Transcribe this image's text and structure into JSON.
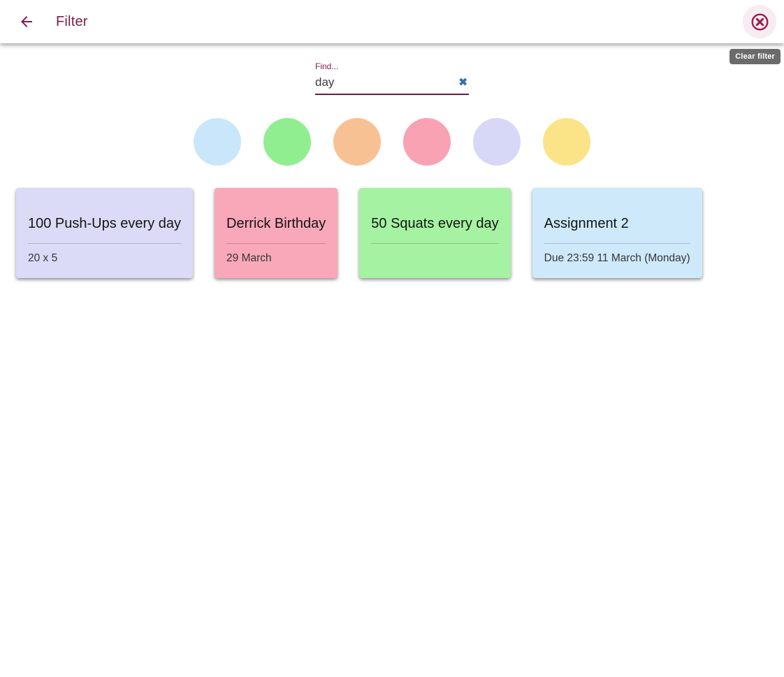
{
  "header": {
    "title": "Filter",
    "back_icon": "arrow-left-icon",
    "clear_filter_icon": "circle-x-icon",
    "clear_filter_tooltip": "Clear filter"
  },
  "search": {
    "label": "Find...",
    "value": "day",
    "clear_icon": "x-icon"
  },
  "color_filters": [
    {
      "name": "light-blue",
      "color": "#c9e6fa"
    },
    {
      "name": "green",
      "color": "#90ee90"
    },
    {
      "name": "peach",
      "color": "#f8c194"
    },
    {
      "name": "pink",
      "color": "#f8a2b4"
    },
    {
      "name": "lavender",
      "color": "#d7d7f7"
    },
    {
      "name": "yellow",
      "color": "#fbe388"
    }
  ],
  "notes": [
    {
      "title": "100 Push-Ups every day",
      "subtitle": "20 x 5",
      "color": "#dbdbf8"
    },
    {
      "title": "Derrick Birthday",
      "subtitle": "29 March",
      "color": "#f8a8b8"
    },
    {
      "title": "50 Squats every day",
      "subtitle": "",
      "color": "#a5f2a2"
    },
    {
      "title": "Assignment 2",
      "subtitle": "Due 23:59 11 March (Monday)",
      "color": "#cee9fa"
    }
  ],
  "colors": {
    "accent": "#7b1d4e",
    "icon_accent": "#9c1b4e",
    "input_underline": "#6d1b44",
    "input_clear_x": "#3a6ea8",
    "tooltip_bg": "#636363"
  }
}
